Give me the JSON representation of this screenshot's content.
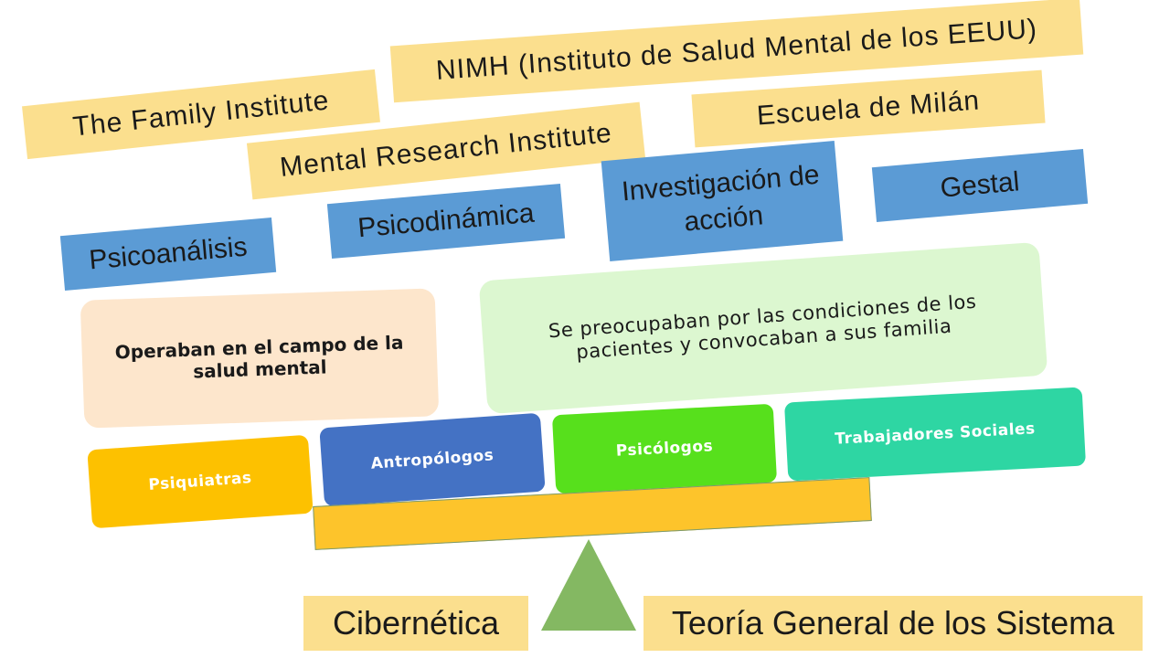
{
  "institutes": {
    "family": "The Family Institute",
    "nimh": "NIMH (Instituto de Salud Mental de los EEUU)",
    "mri": "Mental Research Institute",
    "milan": "Escuela de Milán"
  },
  "theories": {
    "psicoanalisis": "Psicoanálisis",
    "psicodinamica": "Psicodinámica",
    "investigacion": "Investigación de acción",
    "gestal": "Gestal"
  },
  "descriptions": {
    "operaban": "Operaban en el campo de la salud mental",
    "preocupaban": "Se preocupaban por las condiciones de los pacientes y convocaban a sus familia"
  },
  "professions": {
    "psiquiatras": "Psiquiatras",
    "antropologos": "Antropólogos",
    "psicologos": "Psicólogos",
    "trabajadores": "Trabajadores Sociales"
  },
  "foundations": {
    "cibernetica": "Cibernética",
    "teoria": "Teoría General de los Sistema"
  },
  "colors": {
    "tan": "#fbdf8e",
    "blue": "#5b9bd5",
    "peach": "#fde6cc",
    "mint": "#dcf7d0",
    "yellow": "#fdc100",
    "royal_blue": "#4472c4",
    "green": "#57e01c",
    "teal": "#2ed6a3",
    "plank": "#fdc42b",
    "fulcrum": "#84b862"
  }
}
